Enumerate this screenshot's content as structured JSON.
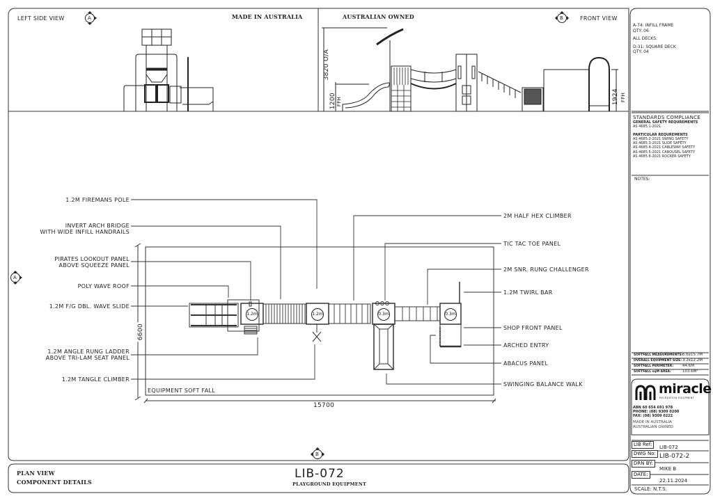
{
  "views": {
    "left_side": {
      "title": "LEFT SIDE VIEW",
      "marker": "A",
      "note": "MADE IN AUSTRALIA"
    },
    "front": {
      "title": "FRONT VIEW",
      "marker": "B",
      "note": "AUSTRALIAN OWNED",
      "dimensions": {
        "overall": "3820 O/A",
        "ffh_left": "1200",
        "ffh_left_unit": "FFH",
        "ffh_right": "1924",
        "ffh_right_unit": "FFH"
      }
    },
    "plan": {
      "markers": {
        "left": "A",
        "bottom": "B"
      },
      "width_dim": "15700",
      "height_dim": "6600",
      "softfall_label": "EQUIPMENT SOFT FALL",
      "deck_heights": [
        "1.2m",
        "1.2m",
        "0.3m",
        "0.3m"
      ],
      "left_callouts": [
        {
          "lines": [
            "1.2M FIREMANS POLE"
          ]
        },
        {
          "lines": [
            "INVERT ARCH BRIDGE",
            "WITH WIDE INFILL HANDRAILS"
          ]
        },
        {
          "lines": [
            "PIRATES LOOKOUT PANEL",
            "ABOVE SQUEEZE PANEL"
          ]
        },
        {
          "lines": [
            "POLY WAVE ROOF"
          ]
        },
        {
          "lines": [
            "1.2M F/G DBL. WAVE SLIDE"
          ]
        },
        {
          "lines": [
            "1.2M ANGLE RUNG LADDER",
            "ABOVE TRI-LAM SEAT PANEL"
          ]
        },
        {
          "lines": [
            "1.2M TANGLE CLIMBER"
          ]
        }
      ],
      "right_callouts": [
        {
          "label": "2M HALF HEX CLIMBER"
        },
        {
          "label": "TIC TAC TOE PANEL"
        },
        {
          "label": "2M SNR. RUNG CHALLENGER"
        },
        {
          "label": "1.2M TWIRL BAR"
        },
        {
          "label": "SHOP FRONT PANEL"
        },
        {
          "label": "ARCHED ENTRY"
        },
        {
          "label": "ABACUS PANEL"
        },
        {
          "label": "SWINGING BALANCE WALK"
        }
      ]
    }
  },
  "title_bar": {
    "line1": "PLAN VIEW",
    "line2": "COMPONENT DETAILS",
    "drawing_code": "LIB-072",
    "subtitle": "PLAYGROUND EQUIPMENT"
  },
  "sidebar": {
    "parts": [
      "A-74: INFILL FRAME",
      "QTY: 06",
      "ALL DECKS:",
      "D-31: SQUARE DECK",
      "QTY: 04"
    ],
    "standards": {
      "heading": "STANDARDS COMPLIANCE",
      "general_label": "GENERAL SAFETY REQUREMENTS",
      "general": "AS 4685.1-2021",
      "particular_label": "PARTICULAR REQUREMENTS",
      "particular": [
        "AS 4685.2-2021 SWING SAFETY",
        "AS 4685.3-2021 SLIDE SAFETY",
        "AS 4685.4-2021 CABLEWAY SAFETY",
        "AS 4685.5-2021 CAROUSEL SAFETY",
        "AS 4685.6-2021 ROCKER SAFETY"
      ],
      "notes_label": "NOTES:"
    },
    "softfall": [
      {
        "label": "SOFTFALL MEASUREMENTS:",
        "value": "6.6x15.7M"
      },
      {
        "label": "OVERALL EQUIPMENT SIZE:",
        "value": "3.2x12.2M"
      },
      {
        "label": "SOFTFALL PERIMETER:",
        "value": "44.6M"
      },
      {
        "label": "SOFTFALL sqM AREA:",
        "value": "103.6M²"
      }
    ],
    "company": {
      "logo_text": "miracle",
      "logo_sub": "RECREATION EQUIPMENT",
      "abn": "ABN 60 654 691 978",
      "phone": "PHONE: (08) 9309 0200",
      "fax": "FAX:     (08) 9309 0222",
      "made": "MADE IN AUSTRALIA",
      "owned": "AUSTRALIAN OWNED"
    },
    "info": {
      "lib_ref_label": "LIB Ref:",
      "lib_ref": "LIB-072",
      "dwg_no_label": "DWG No:",
      "dwg_no": "LIB-072-2",
      "drn_by_label": "DRN BY:",
      "drn_by": "MIKE B",
      "date_label": "DATE:",
      "date": "22.11.2024",
      "scale": "SCALE: N.T.S."
    },
    "colors": {
      "line": "#333333",
      "logo": "#111111"
    }
  }
}
